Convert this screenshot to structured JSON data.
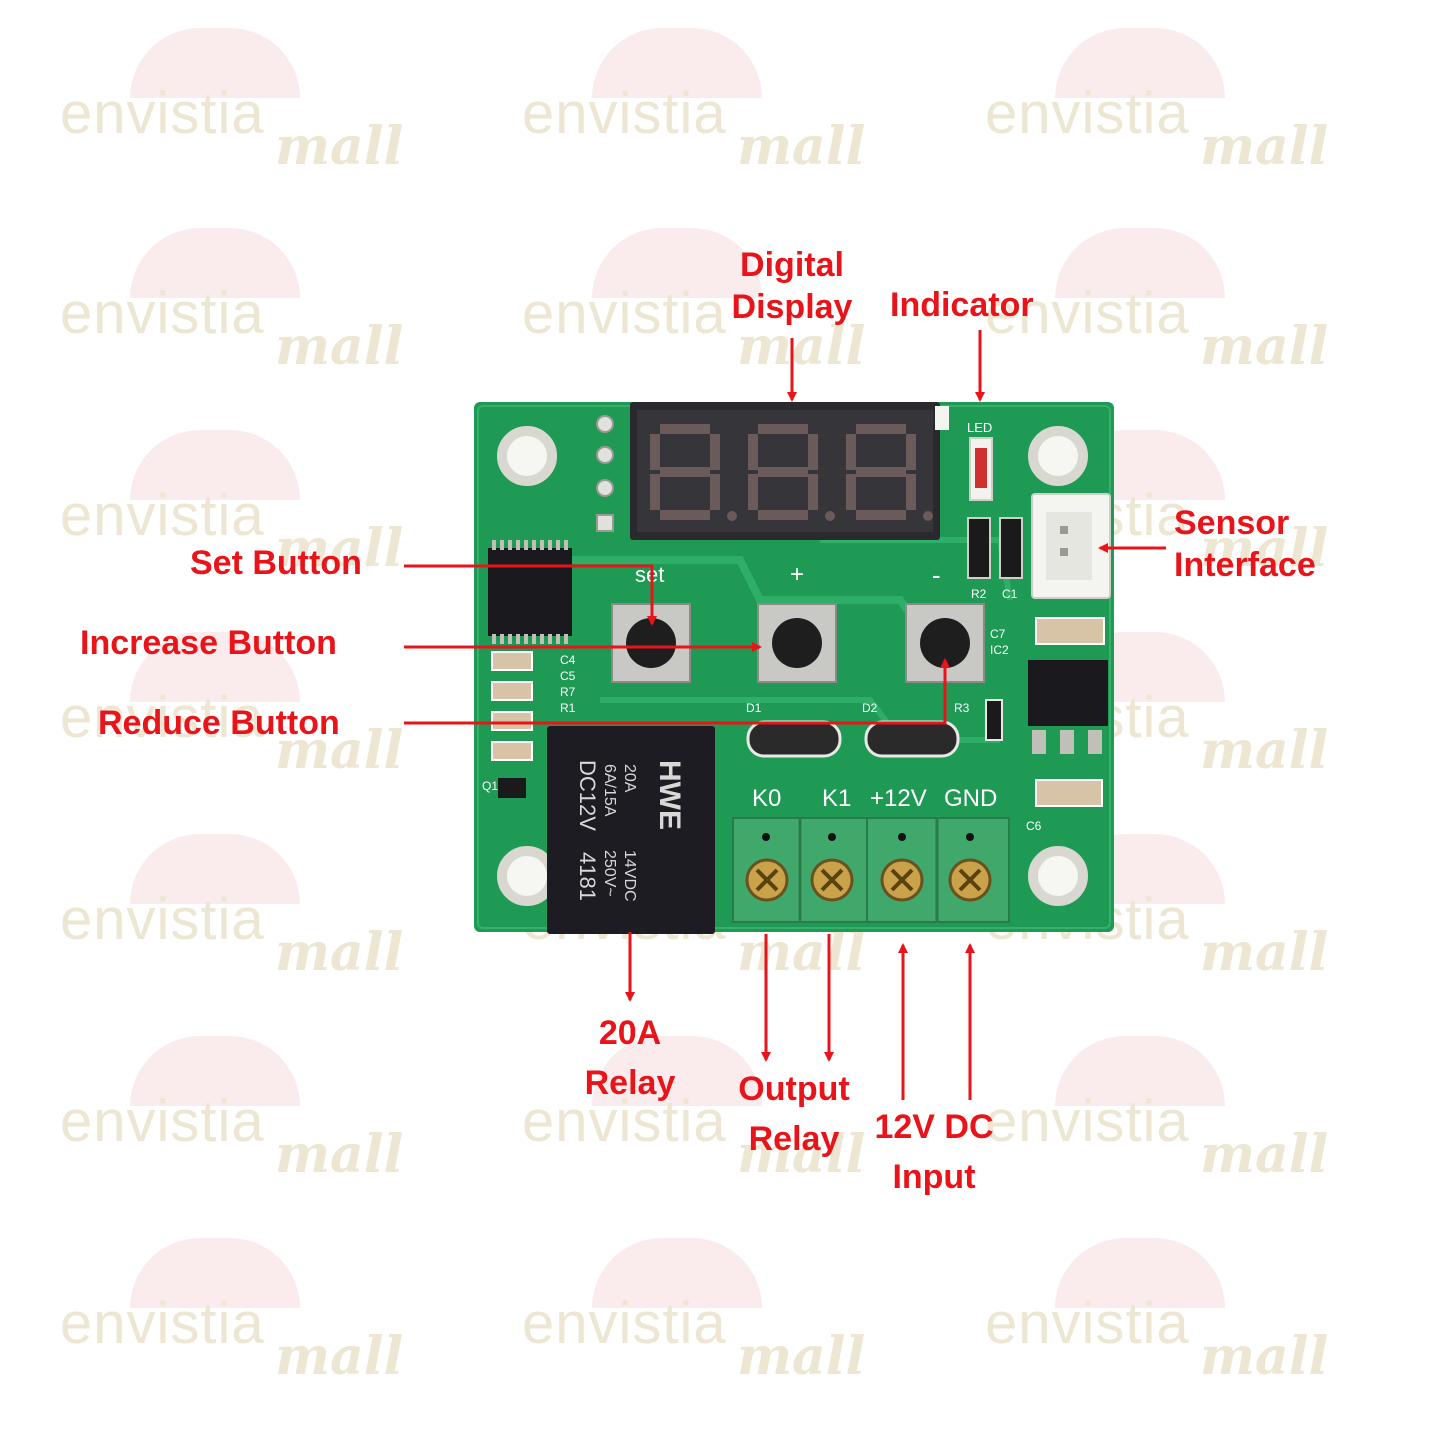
{
  "watermark": {
    "brand": "envistia",
    "script": "mall"
  },
  "labels": {
    "digital_display_line1": "Digital",
    "digital_display_line2": "Display",
    "indicator": "Indicator",
    "sensor_interface_line1": "Sensor",
    "sensor_interface_line2": "Interface",
    "set_button": "Set Button",
    "increase_button": "Increase Button",
    "reduce_button": "Reduce Button",
    "relay_line1": "20A",
    "relay_line2": "Relay",
    "output_relay_line1": "Output",
    "output_relay_line2": "Relay",
    "dc_input_line1": "12V DC",
    "dc_input_line2": "Input"
  },
  "board": {
    "silk_set": "set",
    "silk_plus": "+",
    "silk_minus": "-",
    "silk_led": "LED",
    "silk_r2": "R2",
    "silk_c1": "C1",
    "silk_c4": "C4",
    "silk_c5": "C5",
    "silk_r7": "R7",
    "silk_r1": "R1",
    "silk_q1": "Q1",
    "silk_d1": "D1",
    "silk_d2": "D2",
    "silk_r3": "R3",
    "silk_c7": "C7",
    "silk_ic2": "IC2",
    "silk_c6": "C6",
    "terminal_k0": "K0",
    "terminal_k1": "K1",
    "terminal_12v": "+12V",
    "terminal_gnd": "GND",
    "relay_brand": "HWE",
    "relay_rating1": "20A",
    "relay_rating2": "6A/15A",
    "relay_rating3": "DC12V",
    "relay_rating4": "14VDC",
    "relay_rating5": "250V~",
    "relay_rating6": "4181",
    "display_value": "888"
  },
  "colors": {
    "pcb": "#1f9a55",
    "pcb_dark": "#0d7a3e",
    "annotation": "#e8141a",
    "terminal": "#3fa86a",
    "relay": "#1c1c22",
    "display": "#2a2a2e",
    "segment": "#6a5a5a"
  }
}
